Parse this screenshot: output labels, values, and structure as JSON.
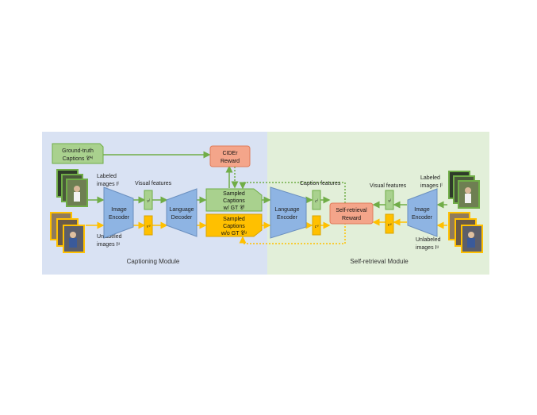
{
  "colors": {
    "captioning_bg": "#d9e2f3",
    "retrieval_bg": "#e2efd9",
    "green": "#70ad47",
    "green_fill": "#a9d18e",
    "orange": "#ffc000",
    "blue": "#8eb4e3",
    "cider": "#f4a58a"
  },
  "modules": {
    "captioning": "Captioning Module",
    "retrieval": "Self-retrieval Module"
  },
  "left": {
    "gt_captions": [
      "Ground-truth",
      "Captions 𝒞*ˡ"
    ],
    "labeled_images": [
      "Labeled",
      "images Iˡ"
    ],
    "unlabeled_images": [
      "Unlabeled",
      "images Iᵘ"
    ],
    "visual_features": "Visual features",
    "image_encoder": [
      "Image",
      "Encoder"
    ],
    "language_decoder": [
      "Language",
      "Decoder"
    ],
    "v_l": "vˡ",
    "v_u": "vᵘ"
  },
  "center": {
    "cider_reward": [
      "CIDEr",
      "Reward"
    ],
    "sampled_gt": [
      "Sampled",
      "Captions",
      "w/ GT 𝒞ˡ"
    ],
    "sampled_nogt": [
      "Sampled",
      "Captions",
      "w/o GT 𝒞ᵘ"
    ]
  },
  "right": {
    "caption_features": "Caption features",
    "visual_features": "Visual features",
    "language_encoder": [
      "Language",
      "Encoder"
    ],
    "self_retrieval_reward": [
      "Self-retrieval",
      "Reward"
    ],
    "image_encoder": [
      "Image",
      "Encoder"
    ],
    "labeled_images": [
      "Labeled",
      "images Iˡ"
    ],
    "unlabeled_images": [
      "Unlabeled",
      "images Iᵘ"
    ],
    "c_l": "cˡ",
    "c_u": "cᵘ",
    "v_l": "vˡ",
    "v_u": "vᵘ"
  }
}
